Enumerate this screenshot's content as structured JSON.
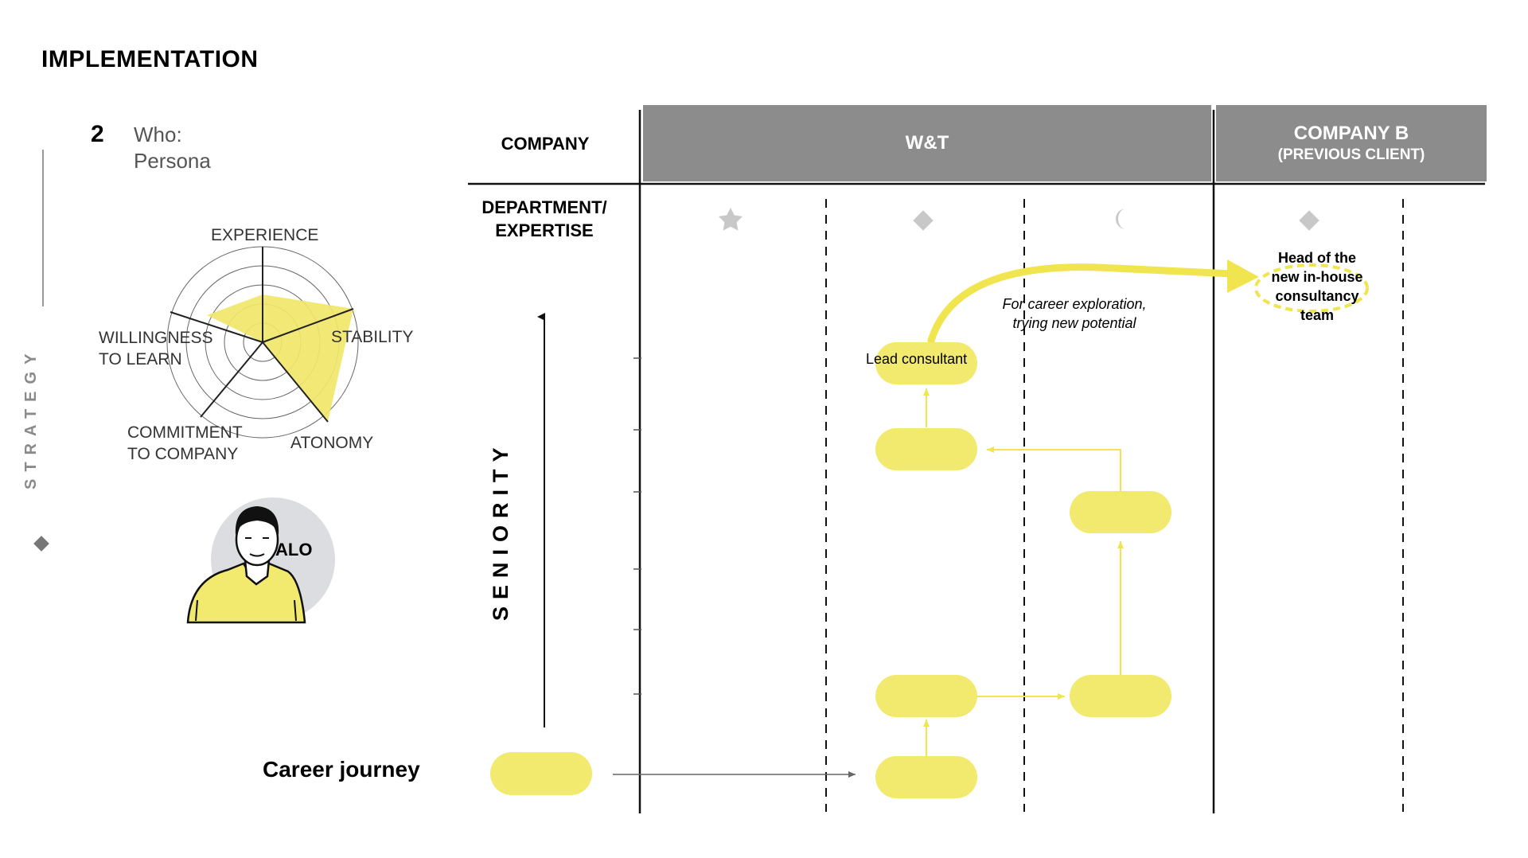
{
  "page": {
    "title": "IMPLEMENTATION",
    "section_number": "2",
    "who": "Who:",
    "persona": "Persona",
    "sidebar_label": "STRATEGY"
  },
  "radar": {
    "labels": {
      "experience": "EXPERIENCE",
      "stability": "STABILITY",
      "willingness_line1": "WILLINGNESS",
      "willingness_line2": "TO LEARN",
      "commitment_line1": "COMMITMENT",
      "commitment_line2": "TO COMPANY",
      "atonomy": "ATONOMY"
    },
    "ring_count": 5
  },
  "persona_card": {
    "name": "ALO"
  },
  "table": {
    "company_header": "COMPANY",
    "department_header_line1": "DEPARTMENT/",
    "department_header_line2": "EXPERTISE",
    "company_a": "W&T",
    "company_b_line1": "COMPANY B",
    "company_b_line2": "(PREVIOUS CLIENT)",
    "seniority_label": "SENIORITY",
    "career_journey_label": "Career journey",
    "department_icons": [
      "star-icon",
      "diamond-icon",
      "moon-icon",
      "diamond-icon"
    ]
  },
  "journey": {
    "lead_consultant": "Lead consultant",
    "annotation_line1": "For career exploration,",
    "annotation_line2": "trying new potential",
    "head_line1": "Head of the",
    "head_line2": "new in-house",
    "head_line3": "consultancy",
    "head_line4": "team"
  },
  "colors": {
    "accent_yellow": "#f2e96f",
    "arrow_yellow": "#f0e44f",
    "header_gray": "#8c8c8c",
    "icon_gray": "#c8c8c8"
  }
}
